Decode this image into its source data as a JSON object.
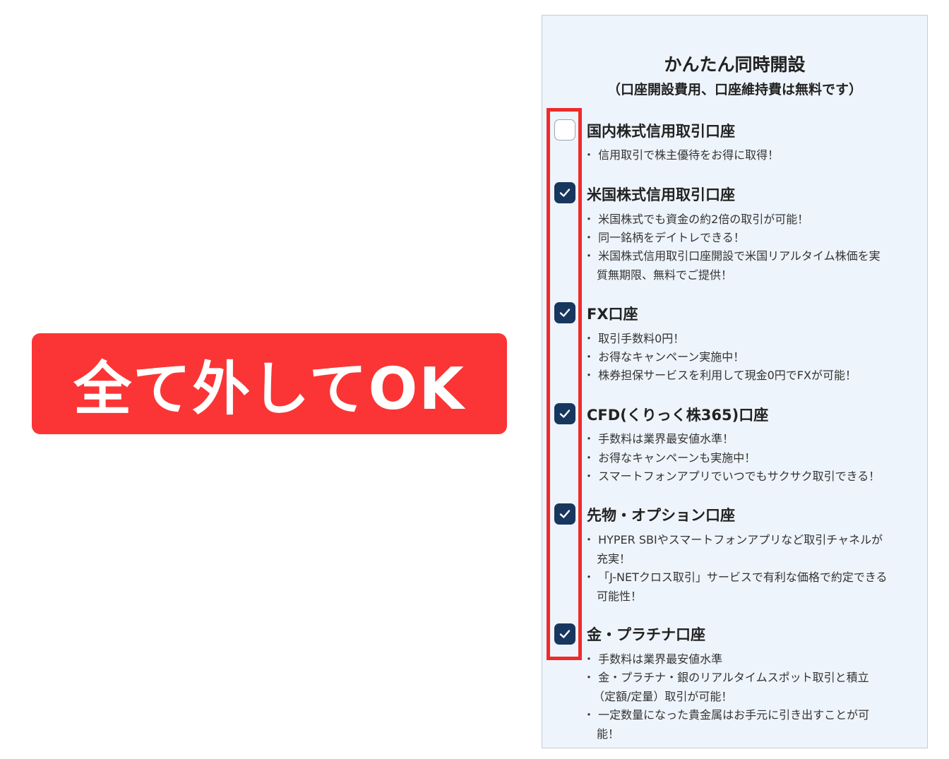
{
  "banner": {
    "text": "全て外してOK",
    "bg_color": "#fb3535"
  },
  "panel": {
    "title": "かんたん同時開設",
    "subtitle": "（口座開設費用、口座維持費は無料です）"
  },
  "accounts": [
    {
      "title": "国内株式信用取引口座",
      "checked": false,
      "bullets": [
        "・ 信用取引で株主優待をお得に取得！"
      ]
    },
    {
      "title": "米国株式信用取引口座",
      "checked": true,
      "bullets": [
        "・ 米国株式でも資金の約2倍の取引が可能！",
        "・ 同一銘柄をデイトレできる！",
        "・ 米国株式信用取引口座開設で米国リアルタイム株価を実",
        "質無期限、無料でご提供！"
      ]
    },
    {
      "title": "FX口座",
      "checked": true,
      "bullets": [
        "・ 取引手数料0円！",
        "・ お得なキャンペーン実施中！",
        "・ 株券担保サービスを利用して現金0円でFXが可能！"
      ]
    },
    {
      "title": "CFD(くりっく株365)口座",
      "checked": true,
      "bullets": [
        "・ 手数料は業界最安値水準！",
        "・ お得なキャンペーンも実施中！",
        "・ スマートフォンアプリでいつでもサクサク取引できる！"
      ]
    },
    {
      "title": "先物・オプション口座",
      "checked": true,
      "bullets": [
        "・ HYPER SBIやスマートフォンアプリなど取引チャネルが",
        "充実！",
        "・ 「J-NETクロス取引」サービスで有利な価格で約定できる",
        "可能性！"
      ]
    },
    {
      "title": "金・プラチナ口座",
      "checked": true,
      "bullets": [
        "・ 手数料は業界最安値水準",
        "・ 金・プラチナ・銀のリアルタイムスポット取引と積立",
        "（定額/定量）取引が可能！",
        "・ 一定数量になった貴金属はお手元に引き出すことが可",
        "能！"
      ]
    }
  ],
  "colors": {
    "checkbox_checked": "#18375e",
    "highlight_border": "#ee2b2b",
    "panel_bg": "#eef4fb"
  },
  "icons": {
    "check": "check-icon"
  }
}
